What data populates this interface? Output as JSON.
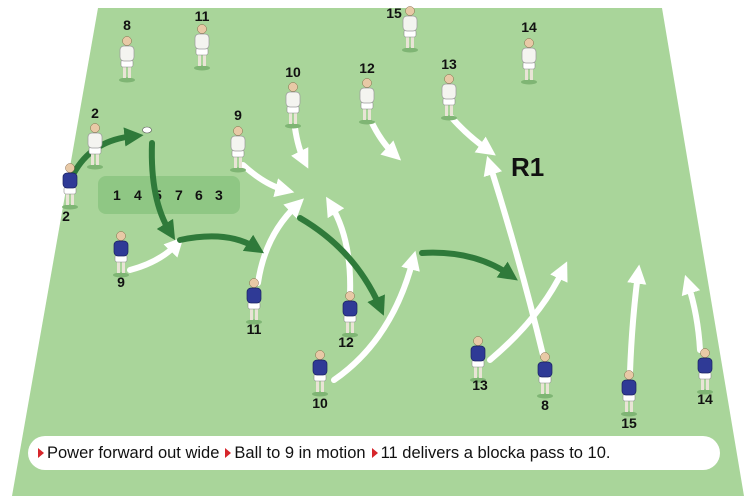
{
  "diagram": {
    "label": "R1",
    "colors": {
      "pitch": "#a9d59a",
      "pitch_edge": "#cde8c3",
      "pack_box": "#8fc784",
      "run_arrow": "#ffffff",
      "pass_arrow": "#2f7a3a",
      "home_shirt": "#2f3a96",
      "away_shirt": "#f4f4f0"
    },
    "pack_numbers": [
      "1",
      "4",
      "5",
      "7",
      "6",
      "3"
    ],
    "defenders": [
      {
        "number": "8"
      },
      {
        "number": "11"
      },
      {
        "number": "15"
      },
      {
        "number": "14"
      },
      {
        "number": "2"
      },
      {
        "number": "10"
      },
      {
        "number": "12"
      },
      {
        "number": "13"
      },
      {
        "number": "9"
      }
    ],
    "attackers": [
      {
        "number": "2"
      },
      {
        "number": "9"
      },
      {
        "number": "11"
      },
      {
        "number": "12"
      },
      {
        "number": "10"
      },
      {
        "number": "13"
      },
      {
        "number": "8"
      },
      {
        "number": "15"
      },
      {
        "number": "14"
      }
    ]
  },
  "caption": {
    "items": [
      "Power forward out wide",
      "Ball to 9 in motion",
      "11 delivers a blocka pass to 10."
    ]
  }
}
